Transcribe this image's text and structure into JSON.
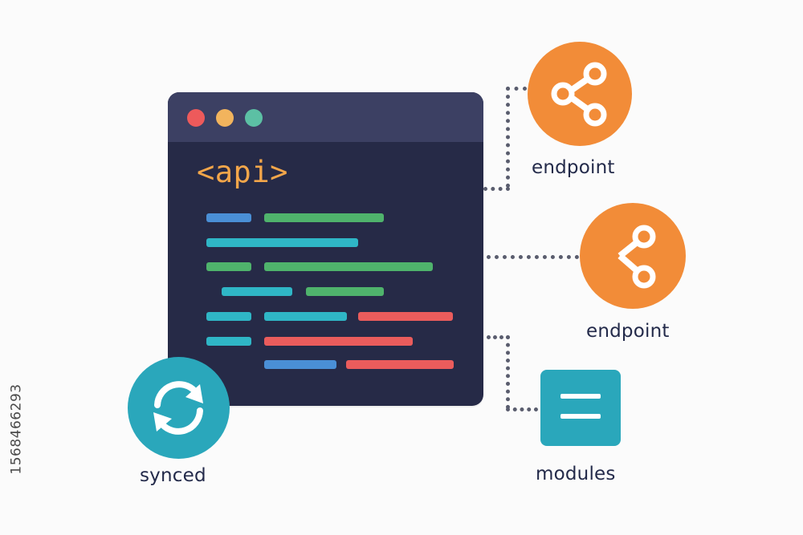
{
  "window": {
    "traffic_lights": {
      "close_color": "#ed5a5b",
      "minimize_color": "#f2b45d",
      "maximize_color": "#5cc0a4"
    },
    "code_tag": "<api>",
    "line_colors": {
      "blue": "#4a8fd6",
      "green": "#4fb36c",
      "teal": "#2fb6c6",
      "red": "#ea5c5c"
    }
  },
  "nodes": {
    "endpoint_top": {
      "label": "endpoint",
      "icon": "share-icon",
      "color": "#f28c38"
    },
    "endpoint_middle": {
      "label": "endpoint",
      "icon": "share-icon",
      "color": "#f28c38"
    },
    "modules": {
      "label": "modules",
      "icon": "menu-icon",
      "color": "#2aa7bb"
    },
    "synced": {
      "label": "synced",
      "icon": "sync-icon",
      "color": "#2aa7bb"
    }
  },
  "watermark": {
    "stock_id": "1568466293"
  }
}
